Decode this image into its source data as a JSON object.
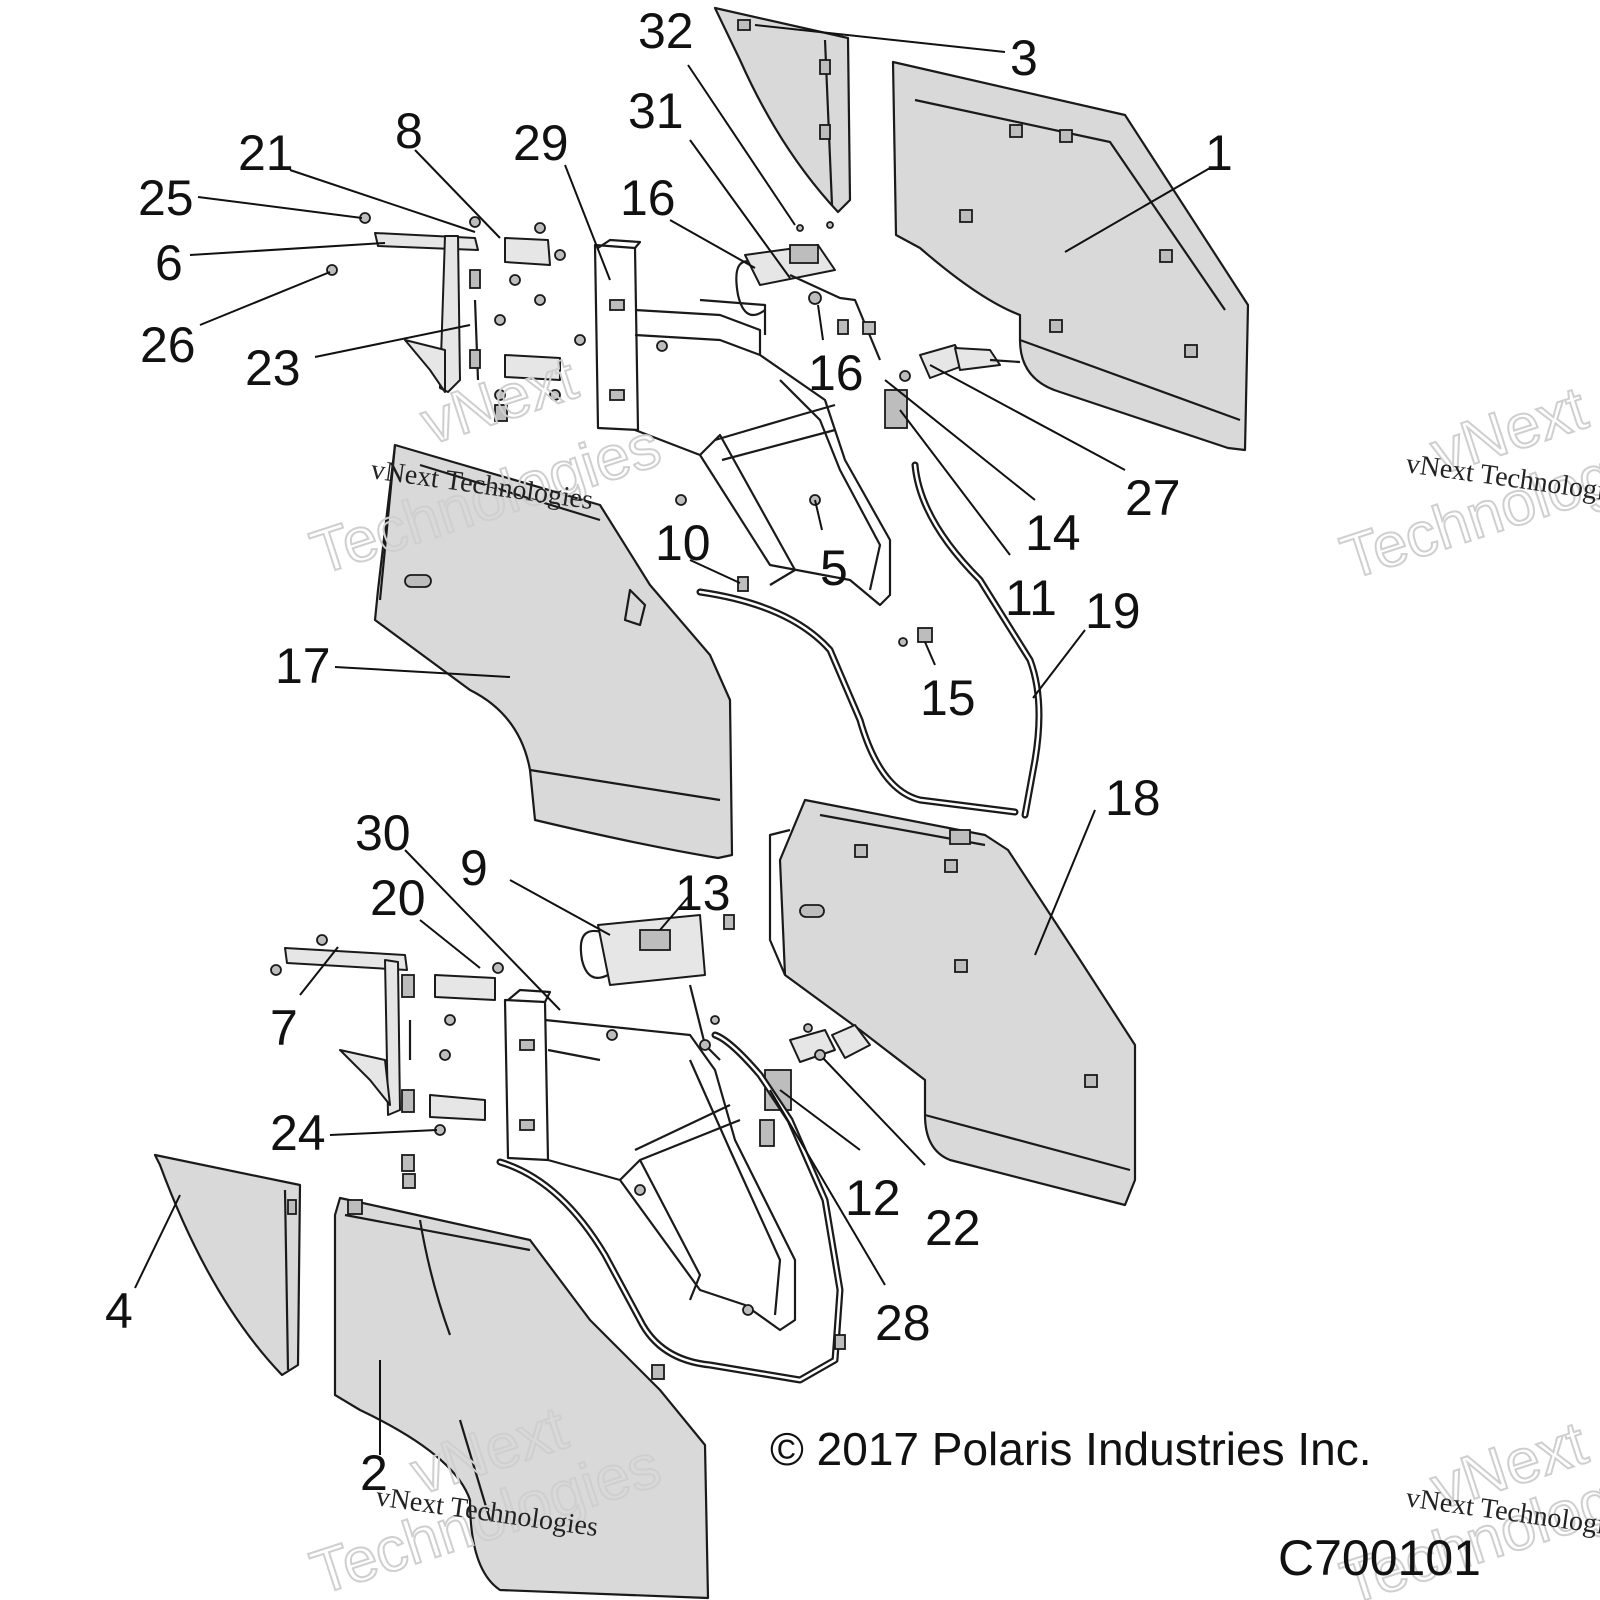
{
  "callouts": {
    "c1": "1",
    "c2": "2",
    "c3": "3",
    "c4": "4",
    "c5": "5",
    "c6": "6",
    "c7": "7",
    "c8": "8",
    "c9": "9",
    "c10": "10",
    "c11": "11",
    "c12": "12",
    "c13": "13",
    "c14": "14",
    "c15": "15",
    "c16a": "16",
    "c16b": "16",
    "c17": "17",
    "c18": "18",
    "c19": "19",
    "c20": "20",
    "c21": "21",
    "c22": "22",
    "c23": "23",
    "c24": "24",
    "c25": "25",
    "c26": "26",
    "c27": "27",
    "c28": "28",
    "c29": "29",
    "c30": "30",
    "c31": "31",
    "c32": "32"
  },
  "watermark": {
    "small": "vNext Technologies",
    "big_line1": "vNext",
    "big_line2": "Technologies"
  },
  "copyright": "© 2017 Polaris Industries Inc.",
  "drawing_code": "C700101"
}
